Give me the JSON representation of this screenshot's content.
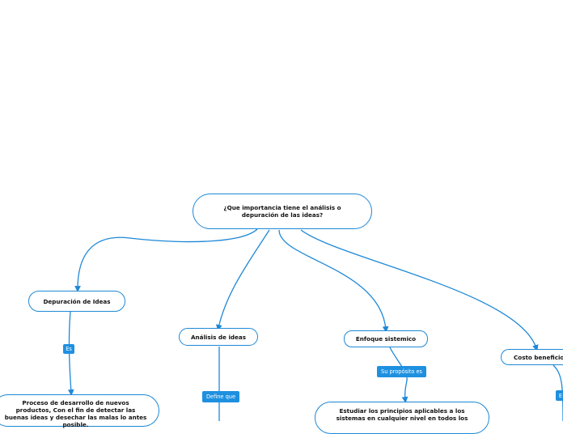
{
  "colors": {
    "accent": "#1e88d6",
    "tag_bg": "#1e90e0",
    "text": "#111111",
    "background": "#ffffff"
  },
  "root": {
    "text": "¿Que importancia tiene el análisis o depuración de las ideas?"
  },
  "nodes": {
    "depuracion": "Depuración de Ideas",
    "analisis": "Análisis de ideas",
    "enfoque": "Enfoque sistemico",
    "costo": "Costo beneficio",
    "depuracion_desc": "Proceso de desarrollo de nuevos productos, Con el fin de detectar las buenas ideas y desechar las malas lo antes posible.",
    "enfoque_desc": "Estudiar los principios aplicables a los sistemas en cualquier nivel en todos los"
  },
  "tags": {
    "es": "Es",
    "define_que": "Define que",
    "su_proposito": "Su propósito es",
    "costo_tag": "E"
  }
}
